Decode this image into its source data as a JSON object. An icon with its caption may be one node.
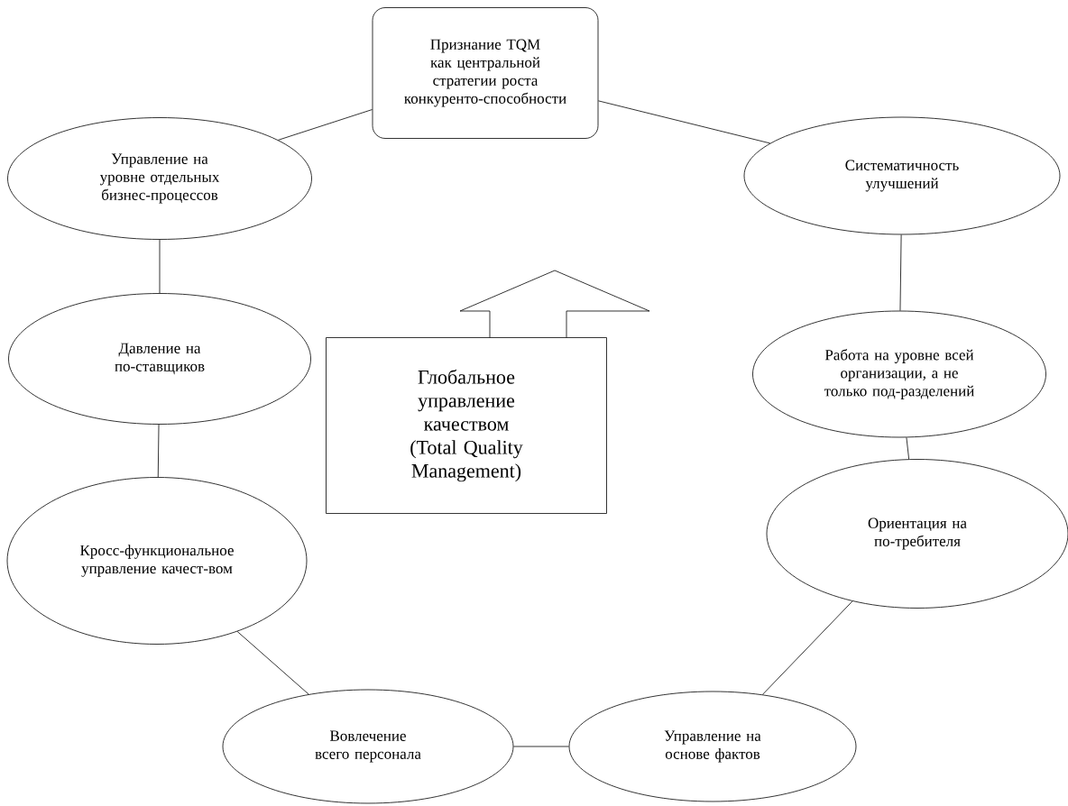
{
  "diagram": {
    "nodes": [
      {
        "text": [
          "Признание TQM как центральной стратегии роста конкуренто-способности"
        ]
      },
      {
        "text": [
          "Систематичность улучшений"
        ]
      },
      {
        "text": [
          "Работа на уровне всей организации, а не только под-разделений"
        ]
      },
      {
        "text": [
          "Ориентация на по-требителя"
        ]
      },
      {
        "text": [
          "Управление на основе фактов"
        ]
      },
      {
        "text": [
          "Вовлечение всего персонала"
        ]
      },
      {
        "text": [
          "Кросс-функциональное управление качест-вом"
        ]
      },
      {
        "text": [
          "Давление на по-ставщиков"
        ]
      },
      {
        "text": [
          "Управление на уровне отдельных бизнес-процессов"
        ]
      },
      {
        "text": [
          "Глобальное управление качеством (Total Quality Management)"
        ]
      }
    ],
    "edges": [
      {
        "from": 0,
        "to": 1,
        "arrow": "none"
      },
      {
        "from": 1,
        "to": 2,
        "arrow": "none"
      },
      {
        "from": 2,
        "to": 3,
        "arrow": "none"
      },
      {
        "from": 3,
        "to": 4,
        "arrow": "none"
      },
      {
        "from": 4,
        "to": 5,
        "arrow": "none"
      },
      {
        "from": 5,
        "to": 6,
        "arrow": "none"
      },
      {
        "from": 6,
        "to": 7,
        "arrow": "none"
      },
      {
        "from": 7,
        "to": 8,
        "arrow": "none"
      },
      {
        "from": 8,
        "to": 0,
        "arrow": "none"
      }
    ]
  }
}
